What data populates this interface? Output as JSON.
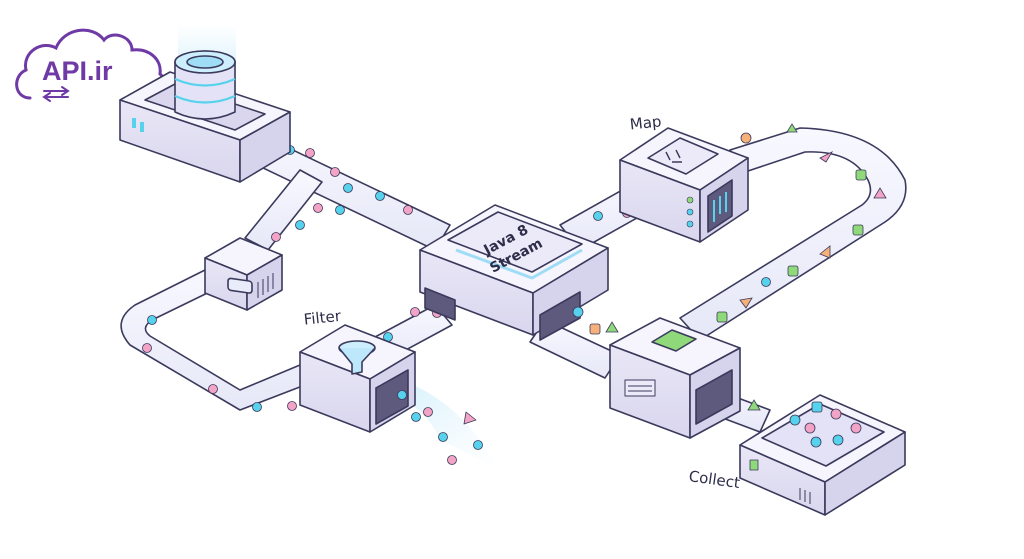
{
  "logo": {
    "text": "API.ir"
  },
  "diagram": {
    "center_label_line1": "Java 8",
    "center_label_line2": "Stream",
    "stages": {
      "filter": "Filter",
      "map": "Map",
      "collect": "Collect"
    }
  },
  "colors": {
    "outline": "#3b3a5c",
    "tube_fill": "#eef0fb",
    "box_fill": "#ebe9f7",
    "box_top": "#f6f5fd",
    "accent_purple": "#6f3aa6",
    "cyan": "#57d2ec",
    "pink": "#f3a3c6",
    "orange": "#f6b07a",
    "green": "#8fd97a"
  },
  "icons": [
    "cloud-icon",
    "sync-arrows-icon",
    "database-icon",
    "funnel-icon",
    "processor-chip-icon",
    "stream-chip-icon",
    "output-tray-icon"
  ]
}
